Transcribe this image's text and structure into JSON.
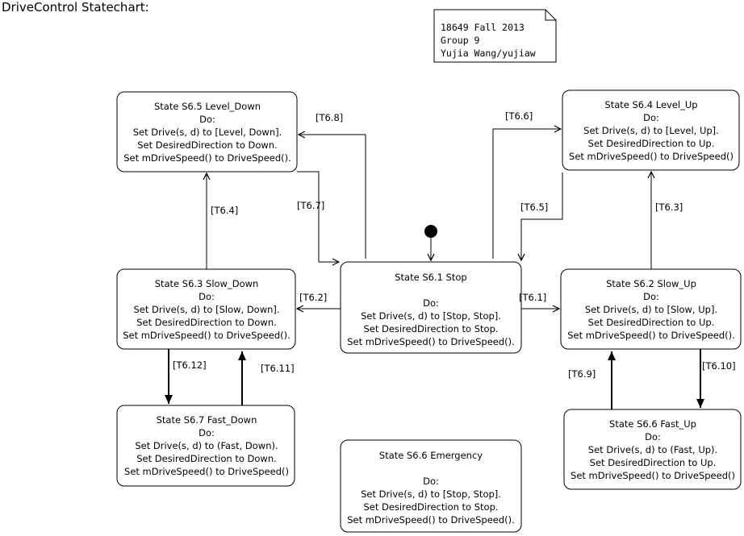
{
  "title": "DriveControl Statechart:",
  "note": {
    "lines": [
      "18649 Fall 2013",
      "Group 9",
      "Yujia Wang/yujiaw"
    ]
  },
  "states": [
    {
      "id": "s65",
      "lines": [
        "State S6.5 Level_Down",
        "Do:",
        "Set Drive(s, d) to [Level, Down].",
        "Set DesiredDirection to Down.",
        "Set mDriveSpeed() to DriveSpeed()."
      ]
    },
    {
      "id": "s64",
      "lines": [
        "State S6.4 Level_Up",
        "Do:",
        "Set Drive(s, d) to [Level, Up].",
        "Set DesiredDirection to Up.",
        "Set mDriveSpeed() to DriveSpeed()"
      ]
    },
    {
      "id": "s61",
      "lines": [
        "State S6.1 Stop",
        "",
        "Do:",
        "Set Drive(s, d) to [Stop, Stop].",
        "Set DesiredDirection to Stop.",
        "Set mDriveSpeed() to DriveSpeed()."
      ]
    },
    {
      "id": "s63",
      "lines": [
        "State S6.3 Slow_Down",
        "Do:",
        "Set Drive(s, d) to [Slow, Down].",
        "Set DesiredDirection to Down.",
        "Set mDriveSpeed() to DriveSpeed()."
      ]
    },
    {
      "id": "s62",
      "lines": [
        "State S6.2 Slow_Up",
        "Do:",
        "Set Drive(s, d) to [Slow, Up].",
        "Set DesiredDirection to Up.",
        "Set mDriveSpeed() to DriveSpeed()."
      ]
    },
    {
      "id": "s67",
      "lines": [
        "State S6.7 Fast_Down",
        "Do:",
        "Set Drive(s, d) to (Fast, Down).",
        "Set DesiredDirection to Down.",
        "Set mDriveSpeed() to DriveSpeed()"
      ]
    },
    {
      "id": "s66e",
      "lines": [
        "State S6.6 Emergency",
        "",
        "Do:",
        "Set Drive(s, d) to [Stop, Stop].",
        "Set DesiredDirection to Stop.",
        "Set mDriveSpeed() to DriveSpeed()."
      ]
    },
    {
      "id": "s66f",
      "lines": [
        "State S6.6 Fast_Up",
        "Do:",
        "Set Drive(s, d) to (Fast, Up).",
        "Set DesiredDirection to Up.",
        "Set mDriveSpeed() to DriveSpeed()"
      ]
    }
  ],
  "transitions": [
    {
      "id": "t68",
      "label": "[T6.8]"
    },
    {
      "id": "t67",
      "label": "[T6.7]"
    },
    {
      "id": "t66",
      "label": "[T6.6]"
    },
    {
      "id": "t65",
      "label": "[T6.5]"
    },
    {
      "id": "t64",
      "label": "[T6.4]"
    },
    {
      "id": "t63",
      "label": "[T6.3]"
    },
    {
      "id": "t62",
      "label": "[T6.2]"
    },
    {
      "id": "t61",
      "label": "[T6.1]"
    },
    {
      "id": "t612",
      "label": "[T6.12]"
    },
    {
      "id": "t611",
      "label": "[T6.11]"
    },
    {
      "id": "t69",
      "label": "[T6.9]"
    },
    {
      "id": "t610",
      "label": "[T6.10]"
    }
  ]
}
